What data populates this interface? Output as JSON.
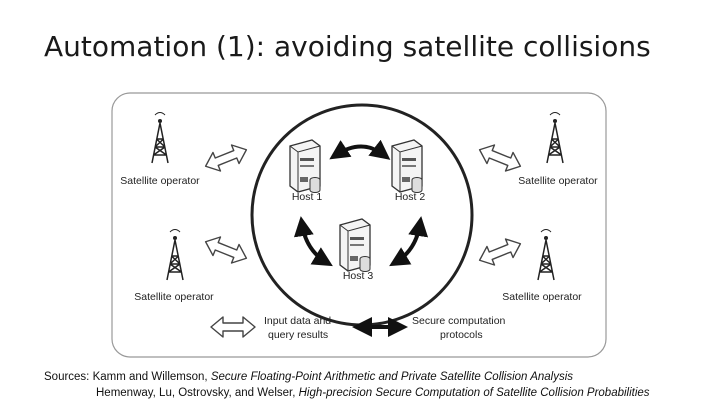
{
  "slide": {
    "title": "Automation (1): avoiding satellite collisions"
  },
  "diagram": {
    "operators": [
      "Satellite operator",
      "Satellite operator",
      "Satellite operator",
      "Satellite operator"
    ],
    "hosts": [
      "Host 1",
      "Host 2",
      "Host 3"
    ],
    "legend": {
      "input_label_1": "Input data and",
      "input_label_2": "query results",
      "secure_label_1": "Secure computation",
      "secure_label_2": "protocols"
    }
  },
  "sources": {
    "prefix": "Sources:",
    "line1_authors": "Kamm and Willemson,",
    "line1_title": "Secure Floating-Point Arithmetic and Private Satellite Collision Analysis",
    "line2_authors": "Hemenway, Lu, Ostrovsky, and Welser,",
    "line2_title": "High-precision Secure Computation of Satellite Collision Probabilities"
  }
}
